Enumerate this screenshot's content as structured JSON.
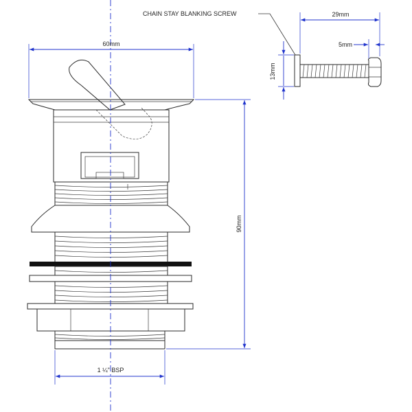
{
  "diagram": {
    "callout_label": "CHAIN STAY BLANKING SCREW",
    "dimensions": {
      "flange_width": "60mm",
      "total_height": "90mm",
      "thread_size": "1 ¼\" BSP",
      "screw_length": "29mm",
      "screw_head": "5mm",
      "screw_plate_height": "13mm"
    },
    "colors": {
      "dimension": "#1f33cc",
      "outline": "#2a2a2a",
      "washer": "#111111"
    }
  }
}
